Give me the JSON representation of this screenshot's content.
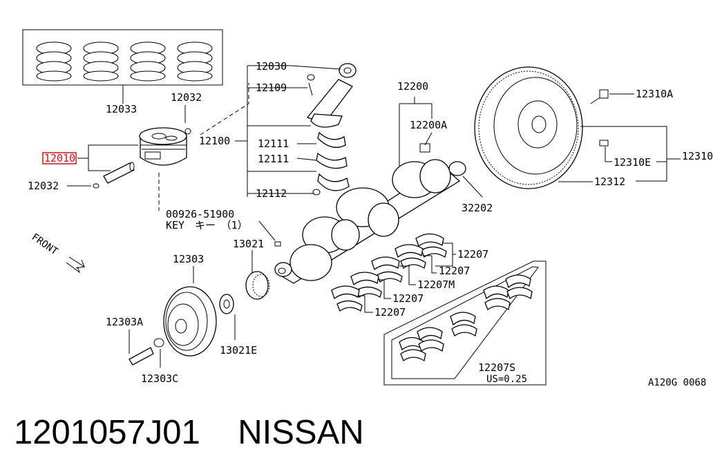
{
  "diagram": {
    "labels": {
      "p12033": "12033",
      "p12032a": "12032",
      "p12010": "12010",
      "p12032b": "12032",
      "p12030": "12030",
      "p12109": "12109",
      "p12100": "12100",
      "p12111a": "12111",
      "p12111b": "12111",
      "p12112": "12112",
      "p12200": "12200",
      "p12200A": "12200A",
      "p32202": "32202",
      "p12310A": "12310A",
      "p12310E": "12310E",
      "p12310": "12310",
      "p12312": "12312",
      "keyPart": "00926-51900",
      "keyName": "KEY　キー　（1）",
      "front": "FRONT",
      "p12303": "12303",
      "p13021": "13021",
      "p12303A": "12303A",
      "p13021E": "13021E",
      "p12303C": "12303C",
      "p12207a": "12207",
      "p12207b": "12207",
      "p12207M": "12207M",
      "p12207c": "12207",
      "p12207d": "12207",
      "p12207S": "12207S",
      "us": "US=0.25",
      "code": "A120G 0068"
    },
    "highlighted_part": "12010",
    "highlight_color": "#e01010"
  },
  "caption": {
    "part_number": "1201057J01",
    "brand": "NISSAN",
    "text": "1201057J01    NISSAN"
  }
}
